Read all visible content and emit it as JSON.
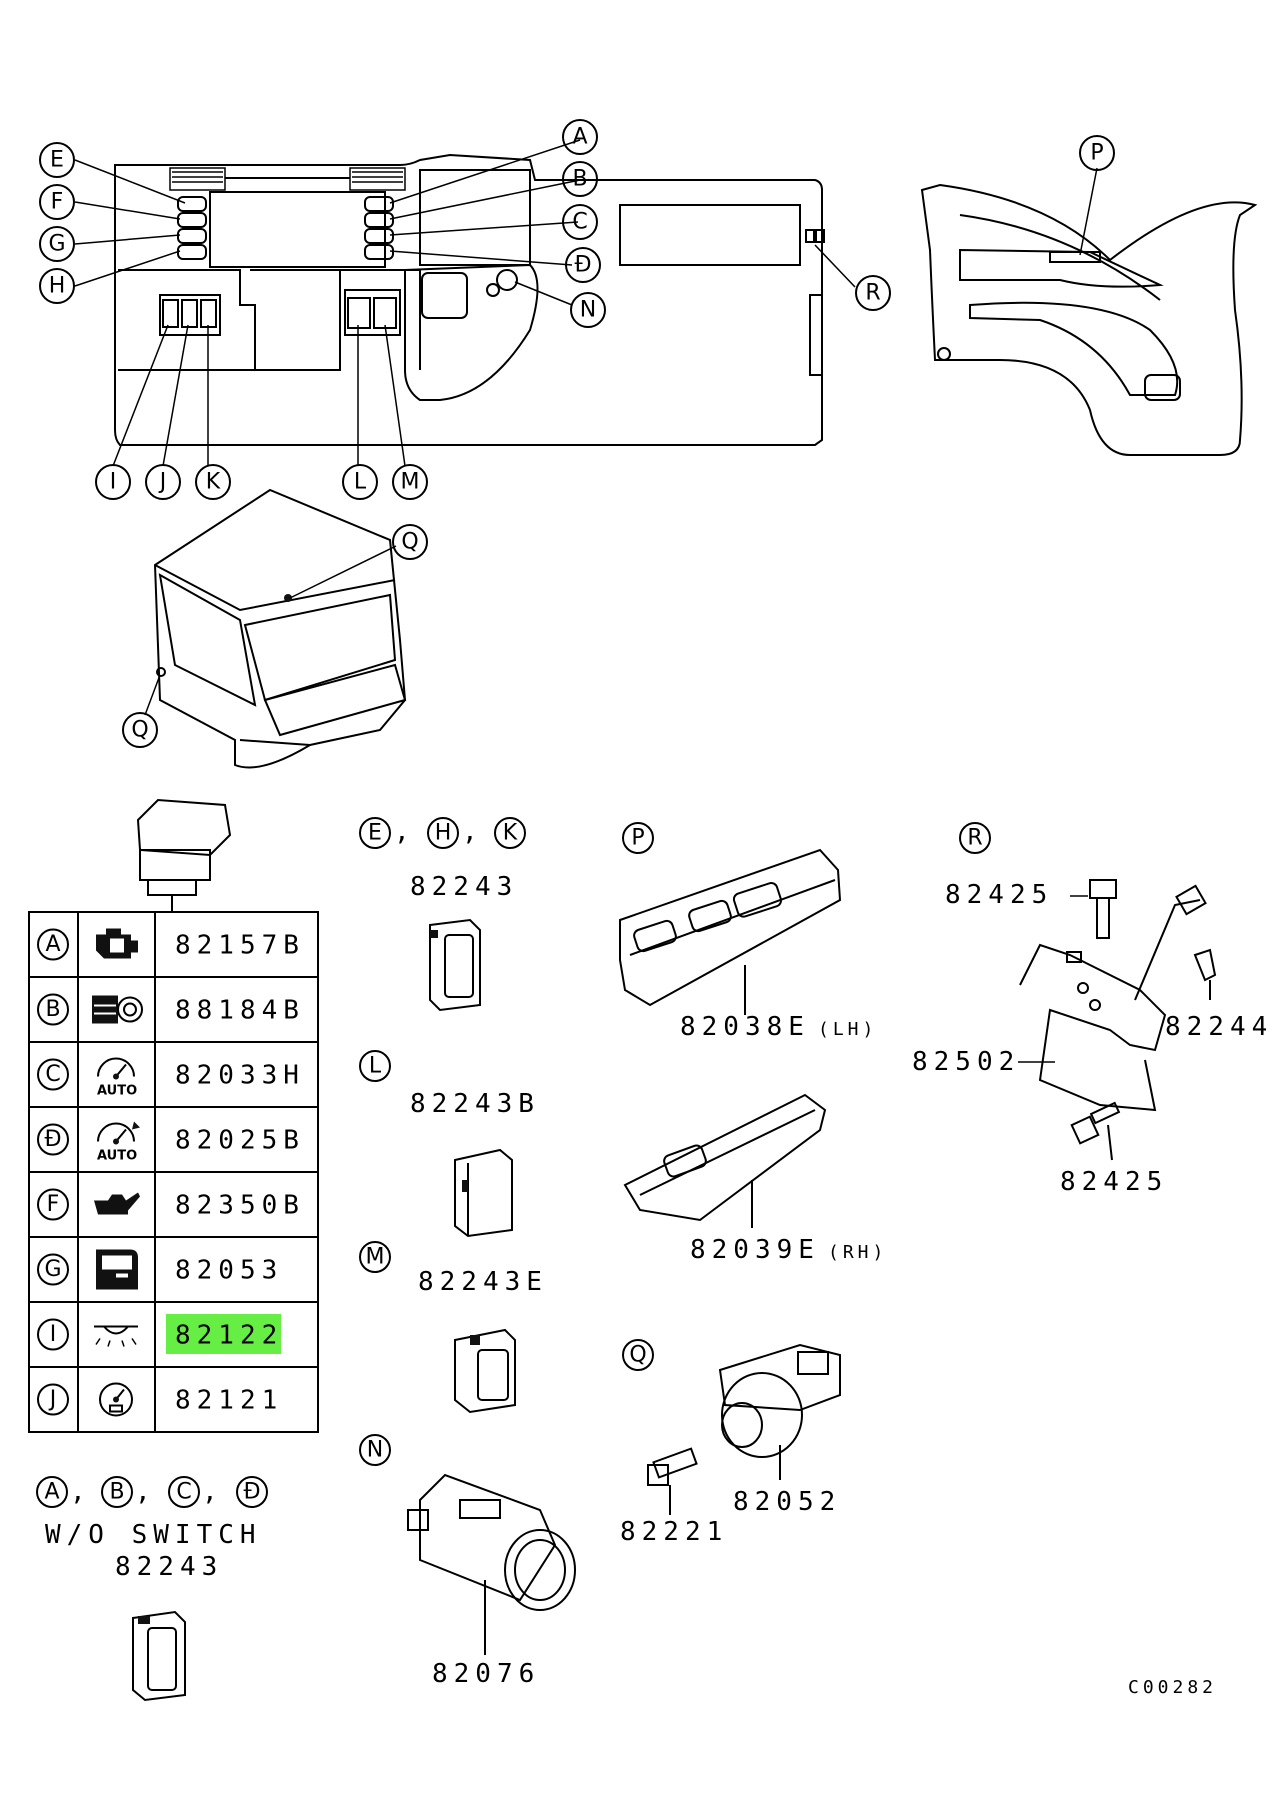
{
  "callouts": {
    "dash": [
      "A",
      "B",
      "C",
      "Đ",
      "E",
      "F",
      "G",
      "H",
      "I",
      "J",
      "K",
      "L",
      "M",
      "N",
      "R"
    ],
    "door": "P",
    "cab": [
      "Q",
      "Q"
    ]
  },
  "switch_table": {
    "rows": [
      {
        "ref": "A",
        "icon": "engine-icon",
        "part": "82157B",
        "highlight": false
      },
      {
        "ref": "B",
        "icon": "exhaust-brake-icon",
        "part": "88184B",
        "highlight": false
      },
      {
        "ref": "C",
        "icon": "auto-cruise-icon",
        "part": "82033H",
        "highlight": false
      },
      {
        "ref": "Đ",
        "icon": "auto-cruise-set-icon",
        "part": "82025B",
        "highlight": false
      },
      {
        "ref": "F",
        "icon": "oil-can-icon",
        "part": "82350B",
        "highlight": false
      },
      {
        "ref": "G",
        "icon": "door-icon",
        "part": "82053",
        "highlight": false
      },
      {
        "ref": "I",
        "icon": "room-lamp-icon",
        "part": "82122",
        "highlight": true
      },
      {
        "ref": "J",
        "icon": "speedometer-icon",
        "part": "82121",
        "highlight": false
      }
    ],
    "auto_text": "AUTO"
  },
  "groups": {
    "ehk": {
      "refs": [
        "E",
        "H",
        "K"
      ],
      "part": "82243"
    },
    "l": {
      "ref": "L",
      "part": "82243B"
    },
    "m": {
      "ref": "M",
      "part": "82243E"
    },
    "n": {
      "ref": "N",
      "part": "82076"
    },
    "abcd": {
      "refs": [
        "A",
        "B",
        "C",
        "Đ"
      ],
      "note": "W/O SWITCH",
      "part": "82243"
    },
    "p": {
      "ref": "P",
      "part_lh": "82038E",
      "lh": "(LH)",
      "part_rh": "82039E",
      "rh": "(RH)"
    },
    "q": {
      "ref": "Q",
      "part_switch": "82052",
      "part_bolt": "82221"
    },
    "r": {
      "ref": "R",
      "bolt_top": "82425",
      "bracket": "82502",
      "clip": "82244",
      "bolt_bottom": "82425"
    }
  },
  "diagram_code": "C00282",
  "separator": ","
}
